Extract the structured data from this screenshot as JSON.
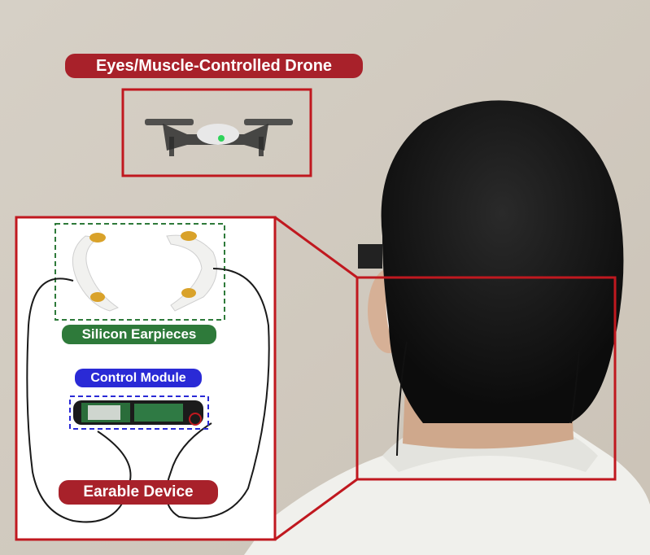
{
  "labels": {
    "drone": "Eyes/Muscle-Controlled Drone",
    "earpieces": "Silicon Earpieces",
    "control_module": "Control Module",
    "device": "Earable Device"
  },
  "colors": {
    "red": "#c0181f",
    "label_red": "#a8212a",
    "green": "#2e7a3a",
    "blue": "#2a2ad6",
    "wall": "#d8d2c8",
    "hair": "#141414",
    "skin": "#d9b59a",
    "shirt": "#eeeeea"
  }
}
